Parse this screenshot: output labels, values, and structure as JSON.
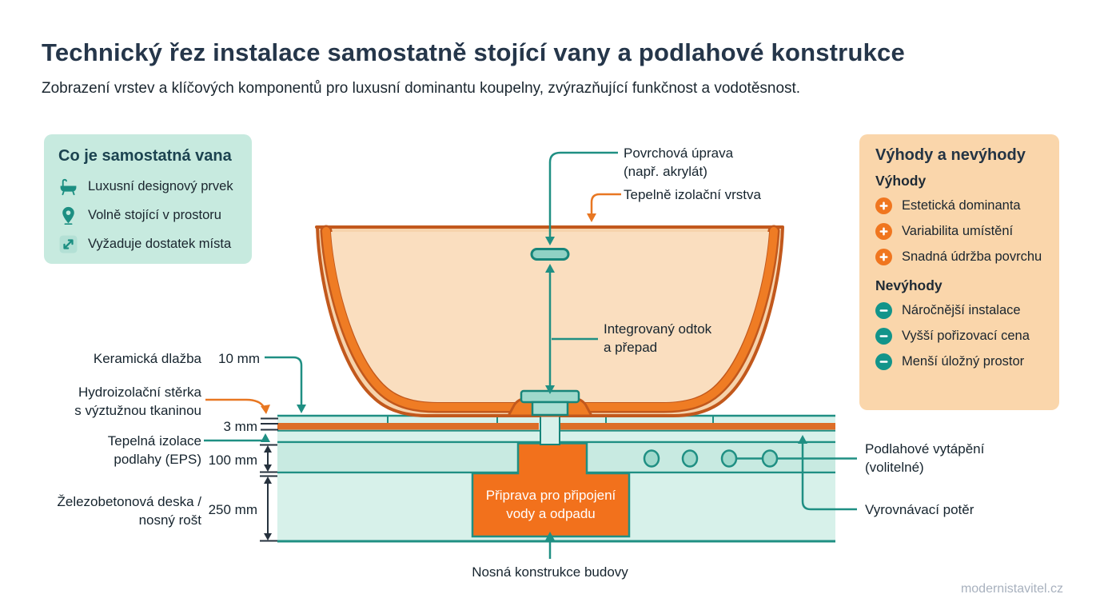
{
  "colors": {
    "teal": "#1F8F83",
    "teal-dark": "#17857A",
    "navy": "#26323E",
    "orange": "#F0761F",
    "orange-line": "#E87722",
    "orange-dark": "#C2581C",
    "mint-card": "#C7EADF",
    "peach-card": "#FAD6AB",
    "floor-a": "#D7F1EA",
    "floor-b": "#C8EAE1",
    "strip-orange": "#DD6E28",
    "tub-fill": "#F6D3AC",
    "tub-inner": "#FADEBF",
    "pill": "#8FD1C4",
    "drain": "#9FD9CC",
    "title": "#25364A",
    "text": "#16242E",
    "watermark": "#A8B1BE",
    "plus": "#F0761F",
    "minus": "#12948A"
  },
  "header": {
    "title": "Technický řez instalace samostatně stojící vany a podlahové konstrukce",
    "subtitle": "Zobrazení vrstev a klíčových komponentů pro luxusní dominantu koupelny, zvýrazňující funkčnost a vodotěsnost."
  },
  "info_card": {
    "title": "Co je samostatná vana",
    "items": [
      {
        "icon": "bathtub-icon",
        "label": "Luxusní designový prvek"
      },
      {
        "icon": "location-pin-icon",
        "label": "Volně stojící v prostoru"
      },
      {
        "icon": "expand-arrows-icon",
        "label": "Vyžaduje dostatek místa"
      }
    ]
  },
  "pros_cons_card": {
    "title": "Výhody a nevýhody",
    "pros_heading": "Výhody",
    "pros": [
      "Estetická dominanta",
      "Variabilita umístění",
      "Snadná údržba povrchu"
    ],
    "cons_heading": "Nevýhody",
    "cons": [
      "Náročnější instalace",
      "Vyšší pořizovací cena",
      "Menší úložný prostor"
    ]
  },
  "diagram": {
    "labels": {
      "surface": "Povrchová úprava\n(např. akrylát)",
      "thermal_layer": "Tepelně izolační vrstva",
      "drain": "Integrovaný odtok\na přepad",
      "tile": "Keramická dlažba",
      "tile_dim": "10 mm",
      "waterproofing": "Hydroizolační stěrka\ns výztužnou tkaninou",
      "waterproofing_dim": "3 mm",
      "insulation": "Tepelná izolace\npodlahy (EPS)",
      "insulation_dim": "100 mm",
      "slab": "Železobetonová deska /\nnosný rošt",
      "slab_dim": "250 mm",
      "floor_heating": "Podlahové vytápění\n(volitelné)",
      "screed": "Vyrovnávací potěr",
      "connection": "Připrava pro připojení\nvody a odpadu",
      "foundation": "Nosná konstrukce budovy"
    }
  },
  "watermark": "modernistavitel.cz"
}
